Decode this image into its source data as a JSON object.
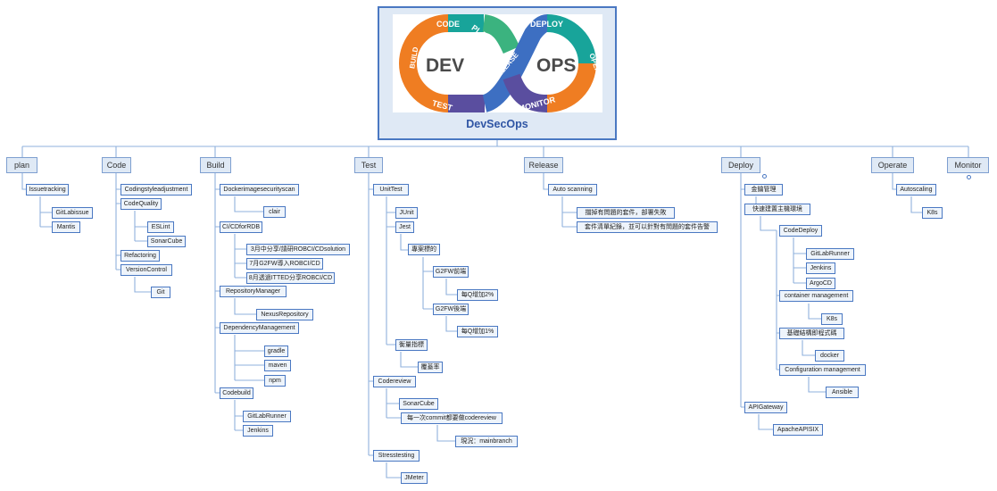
{
  "root": {
    "title": "DevSecOps",
    "logo": {
      "center_left": "DEV",
      "center_right": "OPS",
      "phases": [
        "CODE",
        "PLAN",
        "RELEASE",
        "DEPLOY",
        "OPERATE",
        "MONITOR",
        "TEST",
        "BUILD"
      ],
      "colors": {
        "orange": "#ef7d22",
        "teal": "#18a49a",
        "green": "#3bb37f",
        "blue": "#3d6fc2",
        "purple": "#5a4e9f"
      }
    }
  },
  "branches": {
    "plan": "plan",
    "code": "Code",
    "build": "Build",
    "test": "Test",
    "release": "Release",
    "deploy": "Deploy",
    "operate": "Operate",
    "monitor": "Monitor"
  },
  "nodes": {
    "issuetracking": "Issuetracking",
    "gitlabissue": "GitLabissue",
    "mantis": "Mantis",
    "codingstyle": "Codingstyleadjustment",
    "codequality": "CodeQuality",
    "eslint": "ESLint",
    "sonarcube_code": "SonarCube",
    "refactoring": "Refactoring",
    "versioncontrol": "VersionControl",
    "git": "Git",
    "dockerscan": "Dockerimagesecurityscan",
    "clair": "clair",
    "cicd_rdb": "CI/CDforRDB",
    "rdb1": "3月中分享/請研ROBCI/CDsolution",
    "rdb2": "7月G2FW導入ROBCI/CD",
    "rdb3": "8月透過ITTED分享ROBCI/CD",
    "repomanager": "RepositoryManager",
    "nexus": "NexusRepository",
    "depmanagement": "DependencyManagement",
    "gradle": "gradle",
    "maven": "maven",
    "npm": "npm",
    "codebuild": "Codebuild",
    "gitlabrunner_build": "GitLabRunner",
    "jenkins_build": "Jenkins",
    "unittest": "UnitTest",
    "junit": "JUnit",
    "jest": "Jest",
    "project_goal": "專案標的",
    "g2fw_pre": "G2FW前端",
    "cov_up2": "每Q增加2%",
    "g2fw_back": "G2FW後端",
    "cov_up1": "每Q增加1%",
    "metrics": "衡量指標",
    "coverage": "覆蓋率",
    "codereview": "Codereview",
    "sonarcube_test": "SonarCube",
    "commit_review": "每一次commit都要做codereview",
    "status_main": "現況：mainbranch",
    "stresstesting": "Stresstesting",
    "jmeter": "JMeter",
    "autoscanning": "Auto scanning",
    "block_deploy": "擋掉有問題的套件，部署失敗",
    "record_alert": "套件清單紀錄，並可以針對有問題的套件告警",
    "gold_pipeline": "金鑰管理",
    "fast_env": "快速建置主機環境",
    "codedeploy": "CodeDeploy",
    "gitlabrunner_dep": "GitLabRunner",
    "jenkins_dep": "Jenkins",
    "argocd": "ArgoCD",
    "container_mgmt": "container management",
    "k8s_dep": "K8s",
    "infra_code": "基礎結構即程式碼",
    "docker": "docker",
    "config_mgmt": "Configuration management",
    "ansible": "Ansible",
    "apigateway": "APIGateway",
    "apisix": "ApacheAPISIX",
    "autoscaling": "Autoscaling",
    "k8s_op": "K8s"
  }
}
